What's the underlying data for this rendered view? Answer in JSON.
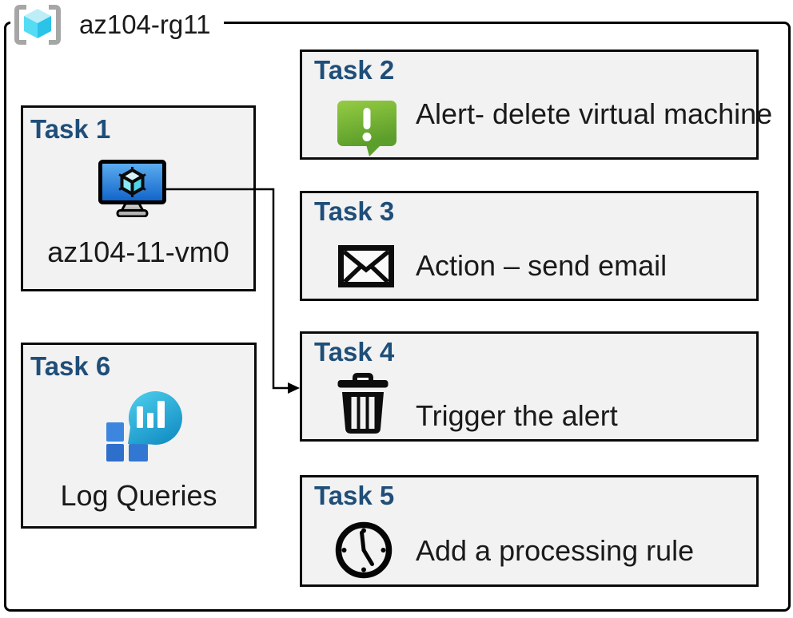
{
  "diagram": {
    "resource_group": {
      "name": "az104-rg11"
    },
    "tasks": [
      {
        "header": "Task 1",
        "label": "az104-11-vm0",
        "icon": "virtual-machine"
      },
      {
        "header": "Task 2",
        "label": "Alert- delete virtual machine",
        "icon": "alert-message"
      },
      {
        "header": "Task 3",
        "label": "Action – send email",
        "icon": "email-envelope"
      },
      {
        "header": "Task 4",
        "label": "Trigger the alert",
        "icon": "trash-delete"
      },
      {
        "header": "Task 5",
        "label": "Add a processing rule",
        "icon": "clock-schedule"
      },
      {
        "header": "Task 6",
        "label": "Log Queries",
        "icon": "log-analytics"
      }
    ],
    "connector": {
      "from": "Task 1 (az104-11-vm0)",
      "to": "Task 4 (Trigger the alert)",
      "style": "elbow-arrow"
    },
    "colors": {
      "task_header_text": "#1F4E79",
      "box_fill": "#F2F2F2",
      "outline_black": "#000000",
      "alert_green": "#76B82A",
      "vm_screen_blue": "#2186E0",
      "rg_cube_cyan": "#50E6FF",
      "rg_bracket_gray": "#A6A6A6",
      "log_balloon_teal": "#29B9E0",
      "log_square_blue": "#3179D2"
    }
  }
}
